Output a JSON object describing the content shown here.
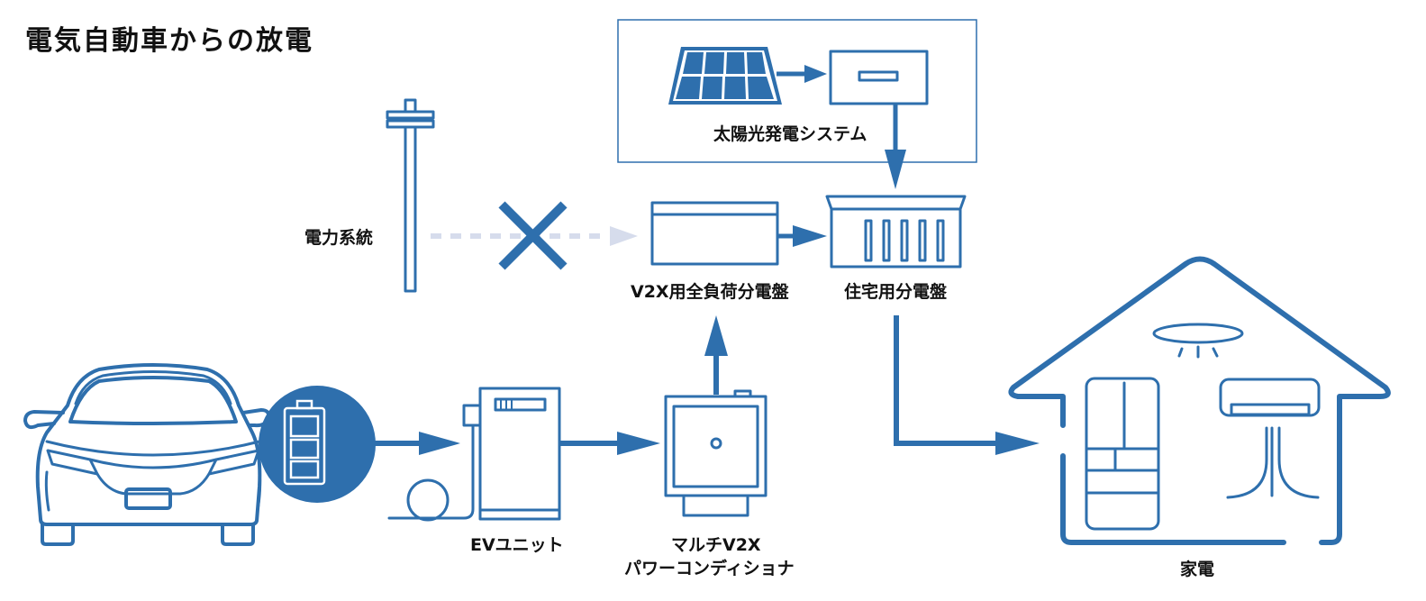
{
  "title": "電気自動車からの放電",
  "colors": {
    "primary": "#2e6fad",
    "blocked_flow": "#d6dcec",
    "frame": "#2e6fad",
    "text": "#111111",
    "background": "#ffffff"
  },
  "nodes": {
    "electric_vehicle": {
      "label": "",
      "icon": "car-front-icon"
    },
    "vehicle_battery": {
      "label": "",
      "icon": "battery-icon"
    },
    "ev_unit": {
      "label": "EVユニット",
      "icon": "ev-charger-icon"
    },
    "power_conditioner": {
      "label_line1": "マルチV2X",
      "label_line2": "パワーコンディショナ",
      "icon": "power-conditioner-icon"
    },
    "v2x_panel": {
      "label": "V2X用全負荷分電盤",
      "icon": "distribution-panel-icon"
    },
    "home_panel": {
      "label": "住宅用分電盤",
      "icon": "breaker-panel-icon"
    },
    "grid": {
      "label": "電力系統",
      "icon": "utility-pole-icon"
    },
    "solar_system": {
      "label": "太陽光発電システム",
      "icon": "solar-panel-icon"
    },
    "appliances": {
      "label": "家電",
      "icon": "house-icon"
    }
  },
  "flows": [
    {
      "from": "vehicle_battery",
      "to": "ev_unit",
      "state": "active"
    },
    {
      "from": "ev_unit",
      "to": "power_conditioner",
      "state": "active"
    },
    {
      "from": "power_conditioner",
      "to": "v2x_panel",
      "state": "active"
    },
    {
      "from": "v2x_panel",
      "to": "home_panel",
      "state": "active"
    },
    {
      "from": "solar_panel",
      "to": "inverter",
      "state": "active"
    },
    {
      "from": "solar_system",
      "to": "home_panel",
      "state": "active"
    },
    {
      "from": "home_panel",
      "to": "appliances",
      "state": "active"
    },
    {
      "from": "grid",
      "to": "v2x_panel",
      "state": "blocked"
    }
  ]
}
